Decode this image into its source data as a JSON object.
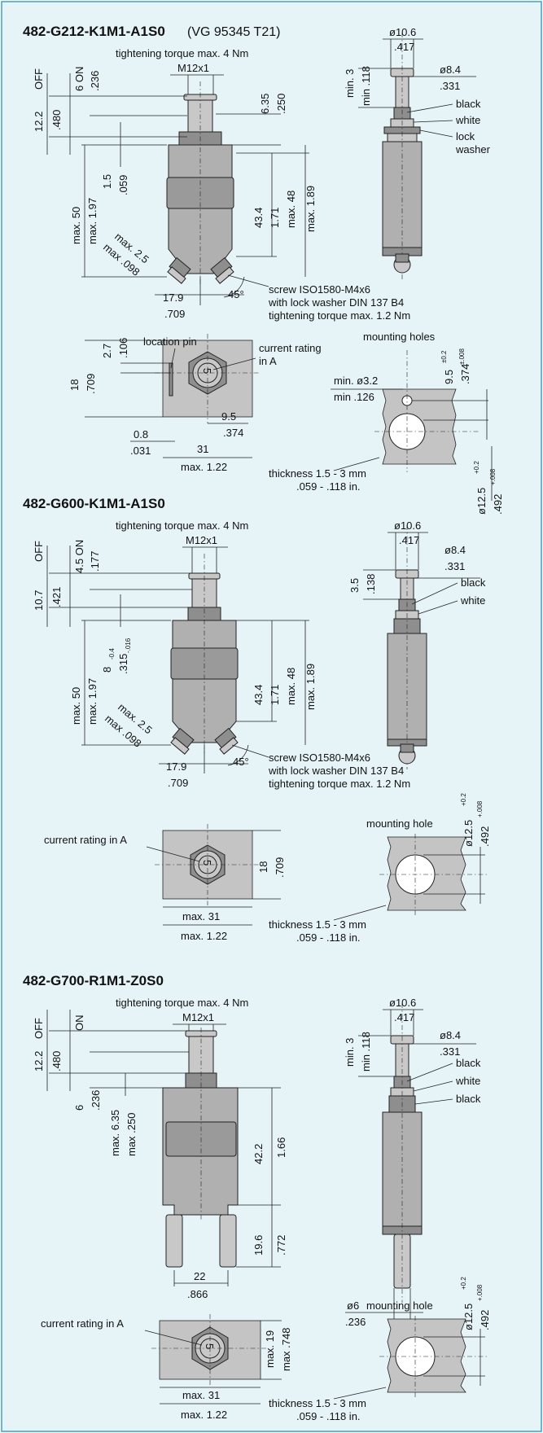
{
  "colors": {
    "panel_bg": "#e6f4f8",
    "panel_border": "#3aa3c1",
    "part_gray": "#b0b0b0"
  },
  "s1": {
    "title": "482-G212-K1M1-A1S0",
    "subtitle": "(VG 95345 T21)",
    "torque": "tightening torque max. 4 Nm",
    "thread": "M12x1",
    "off": "OFF",
    "on": "6 ON",
    "on_in": ".236",
    "d12_2": "12.2",
    "d480": ".480",
    "d6_35": "6.35",
    "d250": ".250",
    "d1_5": "1.5",
    "d059": ".059",
    "max50": "max. 50",
    "max197": "max. 1.97",
    "d43_4": "43.4",
    "d1_71": "1.71",
    "max48": "max. 48",
    "max189": "max. 1.89",
    "max2_5": "max. 2.5",
    "max098": "max .098",
    "d17_9": "17.9",
    "d709": ".709",
    "deg45": "45°",
    "screw1": "screw ISO1580-M4x6",
    "screw2": "with lock washer DIN 137 B4",
    "screw3": "tightening torque max. 1.2 Nm",
    "side_dia": "ø10.6",
    "side_dia_in": ".417",
    "min3": "min. 3",
    "min118": "min .118",
    "d8_4": "ø8.4",
    "d331": ".331",
    "black": "black",
    "white": "white",
    "lock": "lock",
    "washer": "washer",
    "d2_7": "2.7",
    "d106": ".106",
    "d18": "18",
    "d709b": ".709",
    "pin": "location pin",
    "rating1": "current rating",
    "rating2": "in A",
    "digit": "5",
    "d9_5": "9.5",
    "d374": ".374",
    "d0_8": "0.8",
    "d031": ".031",
    "d31": "31",
    "max122": "max. 1.22",
    "holes": "mounting holes",
    "minphi": "min. ø3.2",
    "min126": "min .126",
    "d9_5tol": "9.5",
    "tol02": "±0.2",
    "d374tol": ".374",
    "tol008": "±.008",
    "thick1": "thickness 1.5 - 3 mm",
    "thick2": ".059 - .118 in.",
    "d12_5": "ø12.5",
    "sup02": "+0.2",
    "d492": ".492",
    "sup008": "+.008"
  },
  "s2": {
    "title": "482-G600-K1M1-A1S0",
    "torque": "tightening torque max. 4 Nm",
    "thread": "M12x1",
    "off": "OFF",
    "on": "4.5 ON",
    "on_in": ".177",
    "d10_7": "10.7",
    "d421": ".421",
    "d8": "8",
    "tol04": "-0.4",
    "d315": ".315",
    "tol016": "-.016",
    "max50": "max. 50",
    "max197": "max. 1.97",
    "d43_4": "43.4",
    "d1_71": "1.71",
    "max48": "max. 48",
    "max189": "max. 1.89",
    "max2_5": "max. 2.5",
    "max098": "max .098",
    "d17_9": "17.9",
    "d709": ".709",
    "deg45": "45°",
    "screw1": "screw ISO1580-M4x6",
    "screw2": "with lock washer DIN 137 B4",
    "screw3": "tightening torque max. 1.2 Nm",
    "side_dia": "ø10.6",
    "side_dia_in": ".417",
    "d3_5": "3.5",
    "d138": ".138",
    "d8_4": "ø8.4",
    "d331": ".331",
    "black": "black",
    "white": "white",
    "rating": "current rating in A",
    "digit": "5",
    "d18": "18",
    "d709b": ".709",
    "max31": "max. 31",
    "max122": "max. 1.22",
    "hole": "mounting hole",
    "thick1": "thickness 1.5 - 3 mm",
    "thick2": ".059 - .118 in.",
    "d12_5": "ø12.5",
    "sup02": "+0.2",
    "d492": ".492",
    "sup008": "+.008"
  },
  "s3": {
    "title": "482-G700-R1M1-Z0S0",
    "torque": "tightening torque max. 4 Nm",
    "thread": "M12x1",
    "off": "OFF",
    "on": "ON",
    "d12_2": "12.2",
    "d480": ".480",
    "d6": "6",
    "d236": ".236",
    "max635": "max. 6.35",
    "max250": "max .250",
    "d42_2": "42.2",
    "d1_66": "1.66",
    "d19_6": "19.6",
    "d772": ".772",
    "d22": "22",
    "d866": ".866",
    "side_dia": "ø10.6",
    "side_dia_in": ".417",
    "min3": "min. 3",
    "min118": "min .118",
    "d8_4": "ø8.4",
    "d331": ".331",
    "black": "black",
    "white": "white",
    "black2": "black",
    "phi6": "ø6",
    "d236b": ".236",
    "rating": "current rating in A",
    "digit": "5",
    "max19": "max. 19",
    "max748": "max .748",
    "max31": "max. 31",
    "max122": "max. 1.22",
    "hole": "mounting hole",
    "thick1": "thickness 1.5 - 3 mm",
    "thick2": ".059 - .118 in.",
    "d12_5": "ø12.5",
    "sup02": "+0.2",
    "d492": ".492",
    "sup008": "+.008"
  }
}
